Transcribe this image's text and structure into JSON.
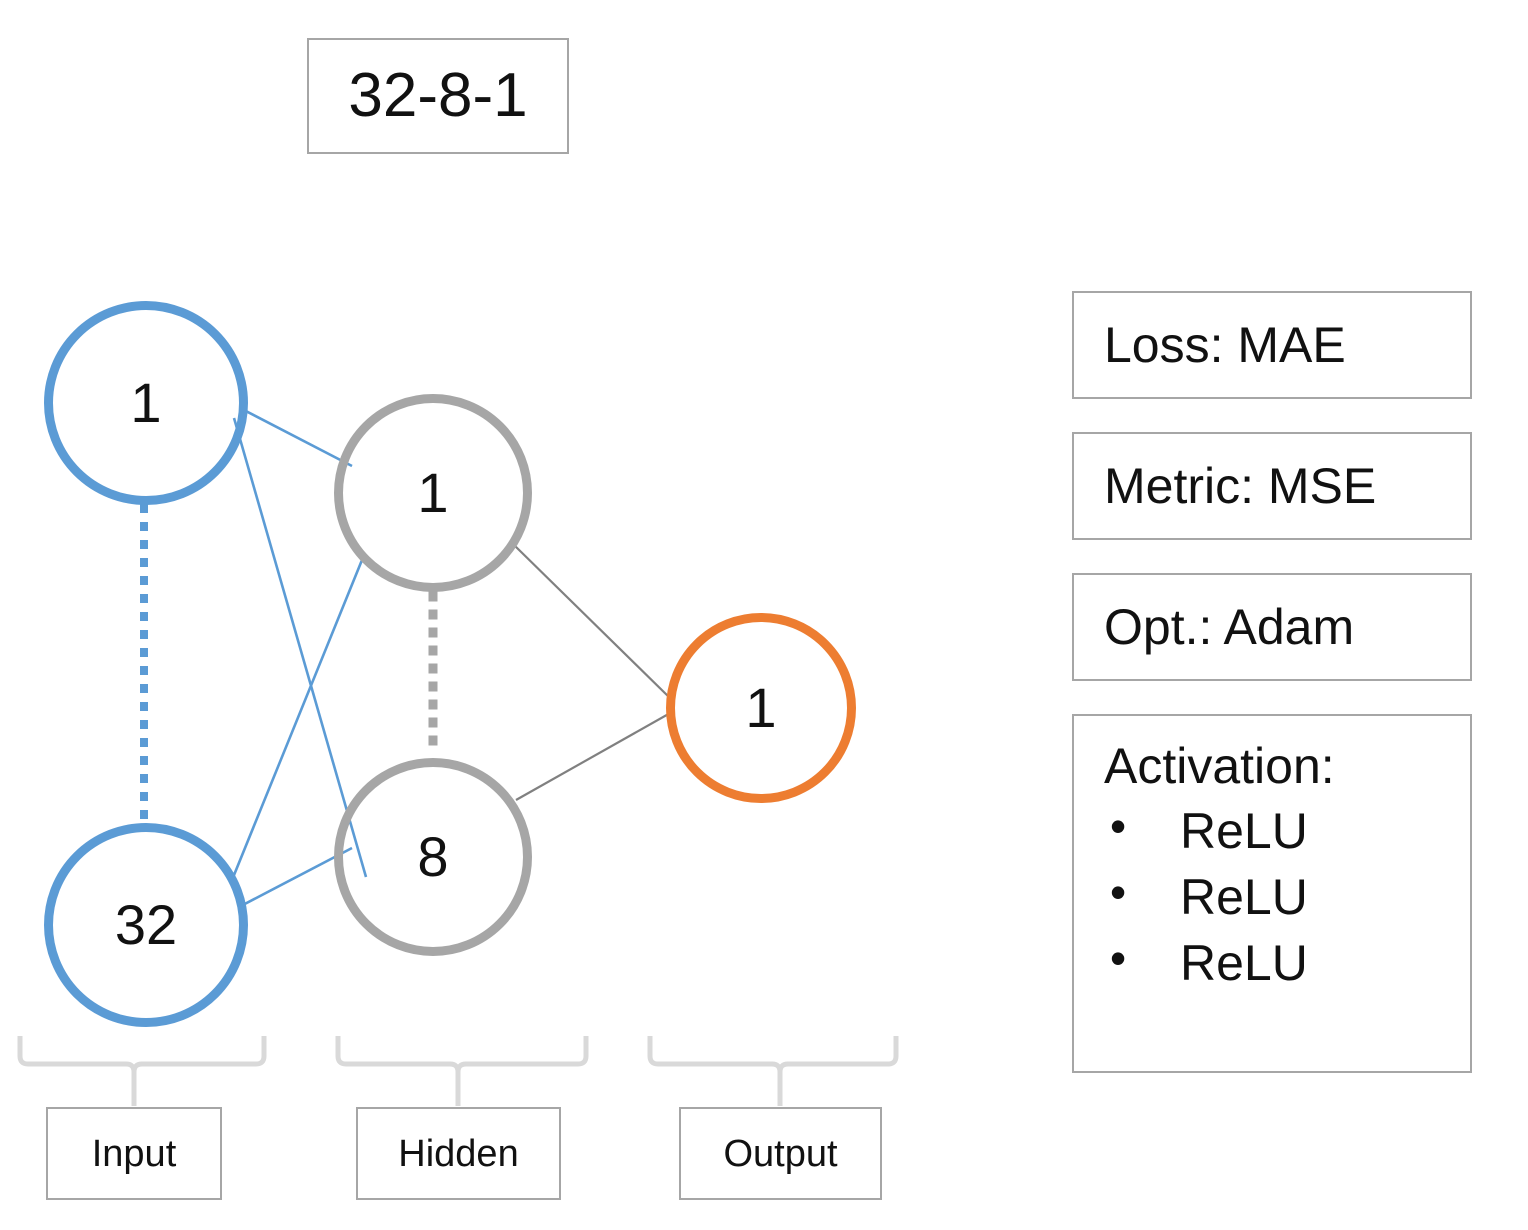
{
  "title": {
    "label": "32-8-1"
  },
  "network": {
    "layers": [
      {
        "name": "input",
        "label": "Input",
        "color": "#5b9bd5",
        "nodes": [
          {
            "label": "1"
          },
          {
            "label": "32"
          }
        ]
      },
      {
        "name": "hidden",
        "label": "Hidden",
        "color": "#a6a6a6",
        "nodes": [
          {
            "label": "1"
          },
          {
            "label": "8"
          }
        ]
      },
      {
        "name": "output",
        "label": "Output",
        "color": "#ed7d31",
        "nodes": [
          {
            "label": "1"
          }
        ]
      }
    ]
  },
  "config": {
    "loss": "Loss: MAE",
    "metric": "Metric: MSE",
    "optimizer": "Opt.: Adam",
    "activation_title": "Activation:",
    "activations": [
      "ReLU",
      "ReLU",
      "ReLU"
    ]
  },
  "colors": {
    "input_blue": "#5b9bd5",
    "hidden_gray": "#a6a6a6",
    "output_orange": "#ed7d31",
    "edge_blue": "#5b9bd5",
    "edge_gray": "#808080",
    "border_gray": "#a6a6a6",
    "brace_gray": "#d9d9d9"
  }
}
